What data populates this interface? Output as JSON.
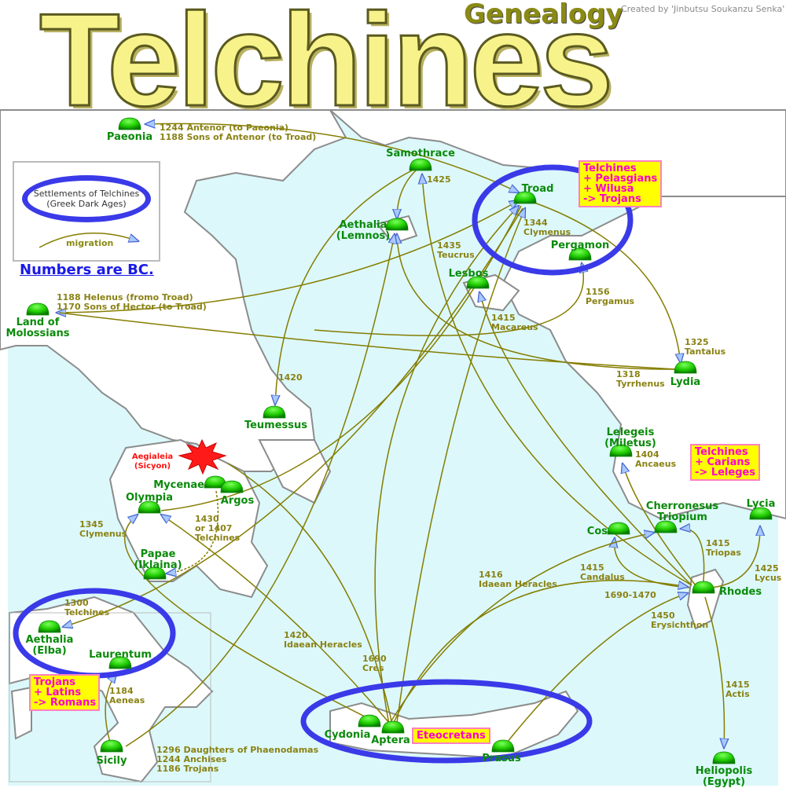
{
  "header": {
    "title": "Telchines",
    "subtitle": "Genealogy",
    "credit": "Created by 'Jinbutsu Soukanzu Senka'"
  },
  "legend": {
    "settlements_line1": "Settlements of Telchines",
    "settlements_line2": "(Greek Dark Ages)",
    "migration": "migration",
    "note": "Numbers are BC."
  },
  "colors": {
    "sea": "#dcf8fa",
    "land": "#ffffff",
    "coast": "#8c8c8c",
    "route": "#857d00",
    "settlement": "#1fcc00",
    "settlement_label": "#0a8a0a",
    "annotation": "#8a8214",
    "ellipse": "#3a3ae8",
    "box_fill": "#ffff00",
    "box_text": "#ff00cc",
    "event": "#ff1010"
  },
  "boxes": {
    "trojans": [
      "Telchines",
      "+ Pelasgians",
      "+ Wilusa",
      "-> Trojans"
    ],
    "leleges": [
      "Telchines",
      "+ Carians",
      "-> Leleges"
    ],
    "romans": [
      "Trojans",
      "+ Latins",
      "-> Romans"
    ],
    "crete": [
      "Eteocretans"
    ]
  },
  "event": {
    "lines": [
      "Aegialeia",
      "(Sicyon)"
    ],
    "icon": "explosion-icon"
  },
  "settlements": [
    {
      "id": "paeonia",
      "lines": [
        "Paeonia"
      ]
    },
    {
      "id": "samothrace",
      "lines": [
        "Samothrace"
      ]
    },
    {
      "id": "troad",
      "lines": [
        "Troad"
      ]
    },
    {
      "id": "lemnos",
      "lines": [
        "Aethalia",
        "(Lemnos)"
      ]
    },
    {
      "id": "pergamon",
      "lines": [
        "Pergamon"
      ]
    },
    {
      "id": "lesbos",
      "lines": [
        "Lesbos"
      ]
    },
    {
      "id": "molossians",
      "lines": [
        "Land of",
        "Molossians"
      ]
    },
    {
      "id": "lydia",
      "lines": [
        "Lydia"
      ]
    },
    {
      "id": "teumessus",
      "lines": [
        "Teumessus"
      ]
    },
    {
      "id": "lelegeis",
      "lines": [
        "Lelegeis",
        "(Miletus)"
      ]
    },
    {
      "id": "mycenae",
      "lines": [
        "Mycenae"
      ]
    },
    {
      "id": "argos",
      "lines": [
        "Argos"
      ]
    },
    {
      "id": "olympia",
      "lines": [
        "Olympia"
      ]
    },
    {
      "id": "cherronesus",
      "lines": [
        "Cherronesus",
        "Triopium"
      ]
    },
    {
      "id": "cos",
      "lines": [
        "Cos"
      ]
    },
    {
      "id": "lycia",
      "lines": [
        "Lycia"
      ]
    },
    {
      "id": "papae",
      "lines": [
        "Papae",
        "(Iklaina)"
      ]
    },
    {
      "id": "rhodes",
      "lines": [
        "Rhodes"
      ]
    },
    {
      "id": "elba",
      "lines": [
        "Aethalia",
        "(Elba)"
      ]
    },
    {
      "id": "laurentum",
      "lines": [
        "Laurentum"
      ]
    },
    {
      "id": "cydonia",
      "lines": [
        "Cydonia"
      ]
    },
    {
      "id": "aptera",
      "lines": [
        "Aptera"
      ]
    },
    {
      "id": "prasus",
      "lines": [
        "Prasus"
      ]
    },
    {
      "id": "sicily",
      "lines": [
        "Sicily"
      ]
    },
    {
      "id": "heliopolis",
      "lines": [
        "Heliopolis",
        "(Egypt)"
      ]
    }
  ],
  "migrations": [
    {
      "id": "antenor",
      "lines": [
        "1244 Antenor (to Paeonia)",
        "1188 Sons of Antenor (to Troad)"
      ]
    },
    {
      "id": "helenus",
      "lines": [
        "1188 Helenus (fromo Troad)",
        "1170 Sons of Hector (to Troad)"
      ]
    },
    {
      "id": "samo",
      "lines": [
        "1425"
      ]
    },
    {
      "id": "teucrus",
      "lines": [
        "1435",
        "Teucrus"
      ]
    },
    {
      "id": "clymenus1",
      "lines": [
        "1344",
        "Clymenus"
      ]
    },
    {
      "id": "pergamus",
      "lines": [
        "1156",
        "Pergamus"
      ]
    },
    {
      "id": "macareus",
      "lines": [
        "1415",
        "Macareus"
      ]
    },
    {
      "id": "tantalus",
      "lines": [
        "1325",
        "Tantalus"
      ]
    },
    {
      "id": "tyrrhenus",
      "lines": [
        "1318",
        "Tyrrhenus"
      ]
    },
    {
      "id": "teum",
      "lines": [
        "1420"
      ]
    },
    {
      "id": "ancaeus",
      "lines": [
        "1404",
        "Ancaeus"
      ]
    },
    {
      "id": "clymenus2",
      "lines": [
        "1345",
        "Clymenus"
      ]
    },
    {
      "id": "telchines1",
      "lines": [
        "1430",
        "or 1407",
        "Telchines"
      ]
    },
    {
      "id": "triopas",
      "lines": [
        "1415",
        "Triopas"
      ]
    },
    {
      "id": "lycus",
      "lines": [
        "1425",
        "Lycus"
      ]
    },
    {
      "id": "heracles1",
      "lines": [
        "1416",
        "Idaean Heracles"
      ]
    },
    {
      "id": "candalus",
      "lines": [
        "1415",
        "Candalus"
      ]
    },
    {
      "id": "crete_rhodes",
      "lines": [
        "1690-1470"
      ]
    },
    {
      "id": "erysichthon",
      "lines": [
        "1450",
        "Erysichthon"
      ]
    },
    {
      "id": "telchines2",
      "lines": [
        "1300",
        "Telchines"
      ]
    },
    {
      "id": "heracles2",
      "lines": [
        "1420",
        "Idaean Heracles"
      ]
    },
    {
      "id": "cres",
      "lines": [
        "1690",
        "Cres"
      ]
    },
    {
      "id": "aeneas",
      "lines": [
        "1184",
        "Aeneas"
      ]
    },
    {
      "id": "actis",
      "lines": [
        "1415",
        "Actis"
      ]
    },
    {
      "id": "sicily",
      "lines": [
        "1296 Daughters of Phaenodamas",
        "1244 Anchises",
        "1186 Trojans"
      ]
    }
  ]
}
